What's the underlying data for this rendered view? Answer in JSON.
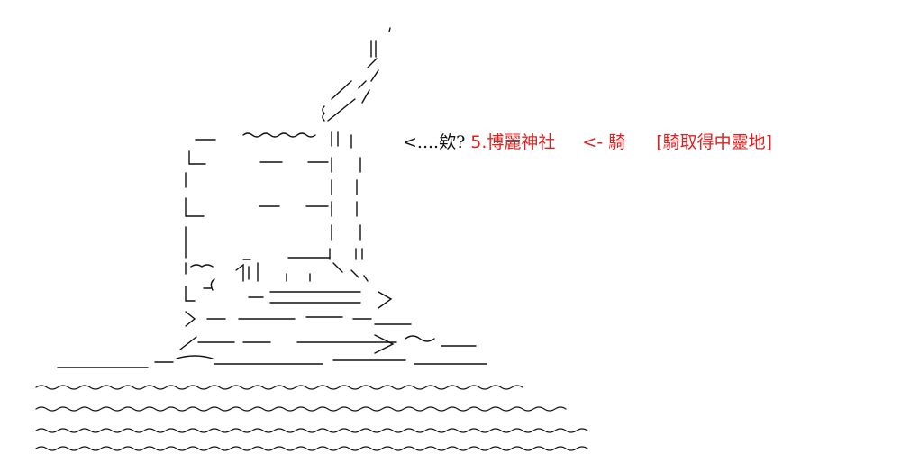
{
  "caption": {
    "prefix": "<....欸?",
    "location": "5.博麗神社",
    "arrow": "<- 騎",
    "tag": "[騎取得中靈地]"
  },
  "colors": {
    "highlight": "#e02020",
    "ink": "#111111",
    "background": "#ffffff"
  }
}
